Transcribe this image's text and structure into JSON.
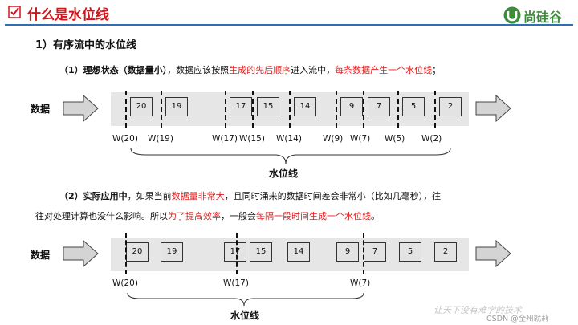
{
  "header": {
    "title": "什么是水位线",
    "logo_text": "尚硅谷",
    "brand_color": "#3d8c3a",
    "title_color": "#d0161a"
  },
  "section": {
    "heading": "1）有序流中的水位线"
  },
  "part1": {
    "label": "（1）理想状态（数据量小）",
    "text_a": "，数据应该按照",
    "red_a": "生成的先后顺序",
    "text_b": "进入流中，",
    "red_b": "每条数据产生一个水位线",
    "text_c": "；"
  },
  "part2": {
    "label": "（2）实际应用中",
    "text_a": "，如果当前",
    "red_a": "数据量非常大",
    "text_b": "，且同时涌来的数据时间差会非常小（比如几毫秒），往",
    "text_c": "往对处理计算也没什么影响。所以",
    "red_b": "为了提高效率",
    "text_d": "，一般会",
    "red_c": "每隔一段时间生成一个水位线",
    "text_e": "。"
  },
  "stream1": {
    "label": "数据",
    "items": [
      "20",
      "19",
      "17",
      "15",
      "14",
      "9",
      "7",
      "5",
      "2"
    ],
    "watermarks": [
      "W(20)",
      "W(19)",
      "W(17)",
      "W(15)",
      "W(14)",
      "W(9)",
      "W(7)",
      "W(5)",
      "W(2)"
    ],
    "caption": "水位线"
  },
  "stream2": {
    "label": "数据",
    "items": [
      "20",
      "19",
      "17",
      "15",
      "14",
      "9",
      "7",
      "5",
      "2"
    ],
    "watermarks": [
      "W(20)",
      "W(17)",
      "W(7)"
    ],
    "caption": "水位线"
  },
  "footer": {
    "faint_text": "让天下没有难学的技术",
    "csdn": "CSDN @全州就莉"
  }
}
